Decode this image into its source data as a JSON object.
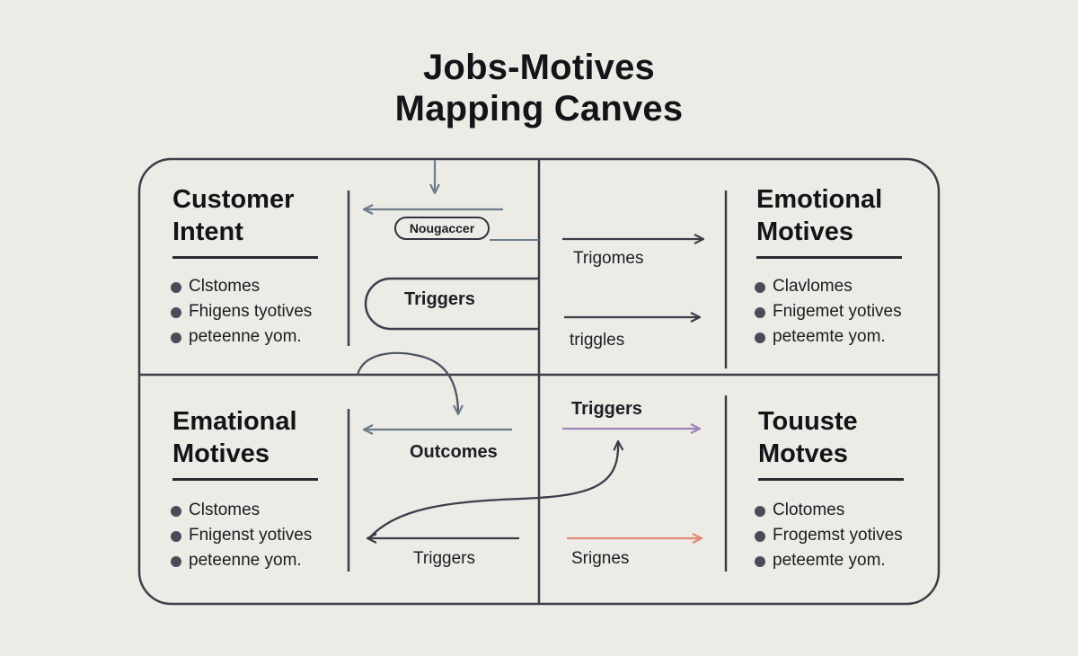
{
  "title": {
    "line1": "Jobs-Motives",
    "line2": "Mapping Canves"
  },
  "quadrants": [
    {
      "id": "top-left",
      "heading": [
        "Customer",
        "Intent"
      ],
      "bullets": [
        "Clstomes",
        "Fhigens tyotives",
        "peteenne yom."
      ]
    },
    {
      "id": "top-right",
      "heading": [
        "Emotional",
        "Motives"
      ],
      "bullets": [
        "Clavlomes",
        "Fnigemet yotives",
        "peteemte yom."
      ]
    },
    {
      "id": "bottom-left",
      "heading": [
        "Emational",
        "Motives"
      ],
      "bullets": [
        "Clstomes",
        "Fnigenst yotives",
        "peteenne yom."
      ]
    },
    {
      "id": "bottom-right",
      "heading": [
        "Touuste",
        "Motves"
      ],
      "bullets": [
        "Clotomes",
        "Frogemst yotives",
        "peteemte yom."
      ]
    }
  ],
  "connectors": {
    "pill": "Nougaccer",
    "triggers_loop": "Triggers",
    "trigomes": "Trigomes",
    "triggles": "triggles",
    "triggers_top_right": "Triggers",
    "outcomes": "Outcomes",
    "triggers_bottom": "Triggers",
    "srignes": "Srignes"
  },
  "colors": {
    "background": "#edebe6",
    "frame": "#3d3d4a",
    "arrow_steel": "#6b7d8a",
    "arrow_purple": "#9d86b5",
    "arrow_salmon": "#e08a7a",
    "bullet": "#4a4a58"
  }
}
